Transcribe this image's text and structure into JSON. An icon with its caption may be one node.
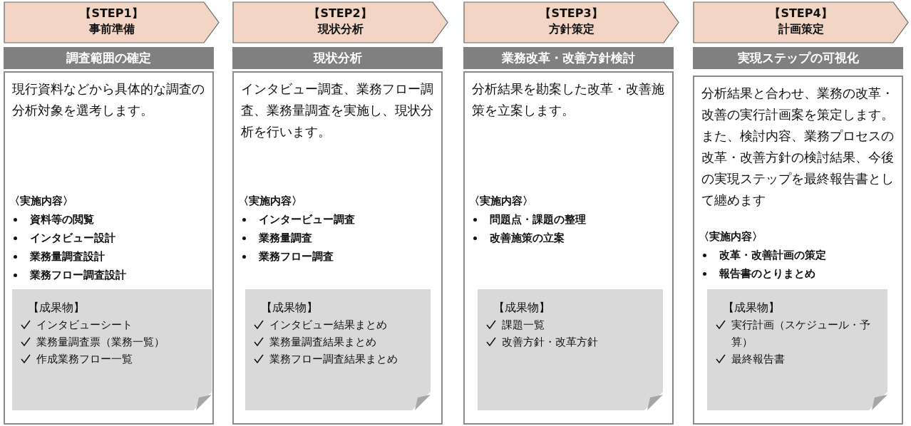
{
  "diagram": {
    "nodes": [
      {
        "text": [
          "【STEP1】",
          "事前準備"
        ]
      },
      {
        "text": [
          "調査範囲の確定"
        ]
      },
      {
        "text": [
          "現行資料などから具体的な調査の分析対象を選考します。",
          "〈実施内容〉",
          "資料等の閲覧",
          "インタビュー設計",
          "業務量調査設計",
          "業務フロー調査設計"
        ]
      },
      {
        "text": [
          "【成果物】",
          "インタビューシート",
          "業務量調査票（業務一覧）",
          "作成業務フロー一覧"
        ],
        "in": 2
      },
      {
        "text": [
          "【STEP2】",
          "現状分析"
        ]
      },
      {
        "text": [
          "現状分析"
        ]
      },
      {
        "text": [
          "インタビュー調査、業務フロー調査、業務量調査を実施し、現状分析を行います。",
          "〈実施内容〉",
          "インタービュー調査",
          "業務量調査",
          "業務フロー調査"
        ]
      },
      {
        "text": [
          "【成果物】",
          "インタビュー結果まとめ",
          "業務量調査結果まとめ",
          "業務フロー調査結果まとめ"
        ],
        "in": 6
      },
      {
        "text": [
          "【STEP3】",
          "方針策定"
        ]
      },
      {
        "text": [
          "業務改革・改善方針検討"
        ]
      },
      {
        "text": [
          "分析結果を勘案した改革・改善施策を立案します。",
          "〈実施内容〉",
          "問題点・課題の整理",
          "改善施策の立案"
        ]
      },
      {
        "text": [
          "【成果物】",
          "課題一覧",
          "改善方針・改革方針"
        ],
        "in": 10
      },
      {
        "text": [
          "【STEP4】",
          "計画策定"
        ]
      },
      {
        "text": [
          "実現ステップの可視化"
        ]
      },
      {
        "text": [
          "分析結果と合わせ、業務の改革・改善の実行計画案を策定します。また、検討内容、業務プロセスの改革・改善方針の検討結果、今後の実現ステップを最終報告書として纏めます",
          "〈実施内容〉",
          "改革・改善計画の策定",
          "報告書のとりまとめ"
        ]
      },
      {
        "text": [
          "【成果物】",
          "実行計画（スケジュール・予算）",
          "最終報告書"
        ],
        "in": 14
      }
    ]
  }
}
